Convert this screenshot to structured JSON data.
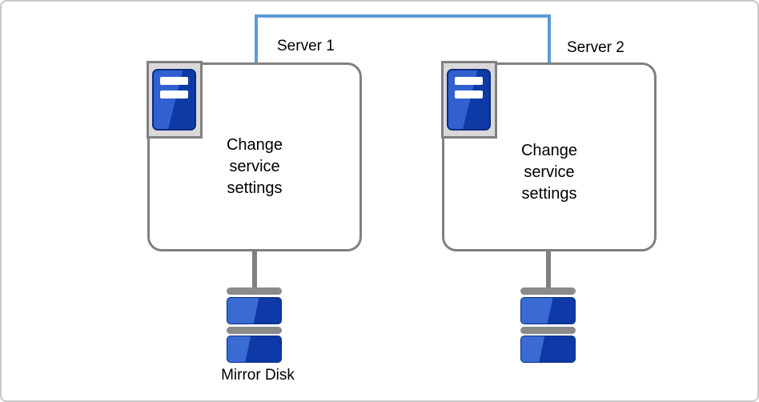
{
  "colors": {
    "accent-blue": "#5b9bd5",
    "line-gray": "#808080",
    "frame-gray": "#c8c8c8",
    "icon-bg-gray": "#d9d9d9",
    "hw-gray": "#8a8a8a",
    "icon-blue-light": "#3161cf",
    "icon-blue-dark": "#0d3aa4",
    "icon-blue-border": "#0a2d85",
    "disk-blue-light": "#3a6bd3",
    "disk-blue-dark": "#0e39a6"
  },
  "servers": [
    {
      "label": "Server 1",
      "box_text": "Change\nservice\nsettings",
      "icon": "server-tower-icon"
    },
    {
      "label": "Server 2",
      "box_text": "Change\nservice\nsettings",
      "icon": "server-tower-icon"
    }
  ],
  "disks": [
    {
      "label": "Mirror Disk",
      "icon": "disk-stack-icon"
    },
    {
      "icon": "disk-stack-icon"
    }
  ]
}
